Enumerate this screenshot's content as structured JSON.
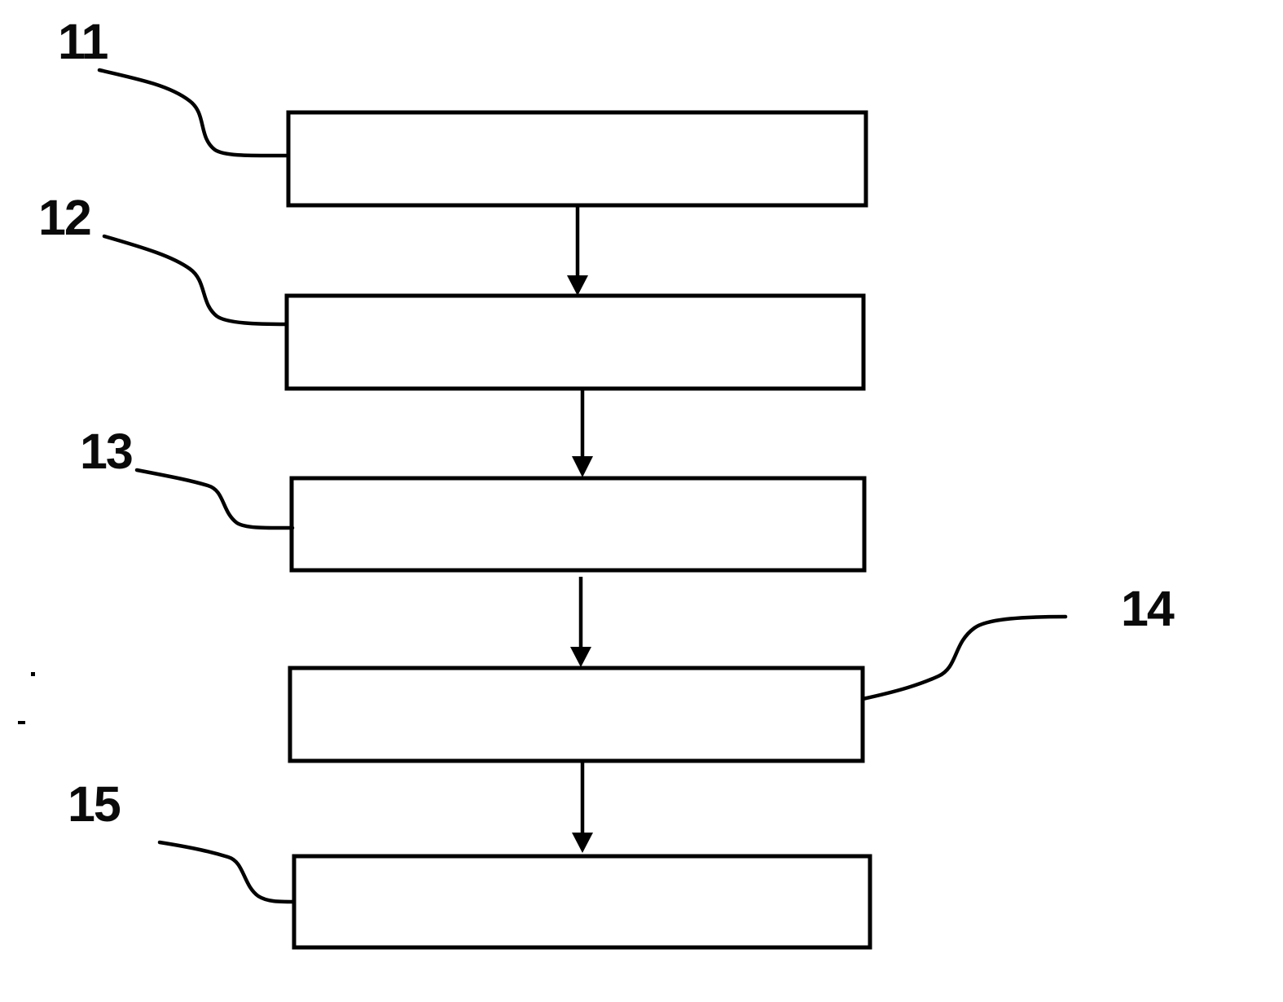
{
  "figure": {
    "type": "flowchart",
    "description": "Five empty process-step boxes connected top-to-bottom by solid arrows, each box tagged with a reference numeral via a curved leader line",
    "background_color": "#ffffff",
    "line_color": "#000000",
    "reference_labels": [
      {
        "text": "11"
      },
      {
        "text": "12"
      },
      {
        "text": "13"
      },
      {
        "text": "14"
      },
      {
        "text": "15"
      }
    ]
  }
}
